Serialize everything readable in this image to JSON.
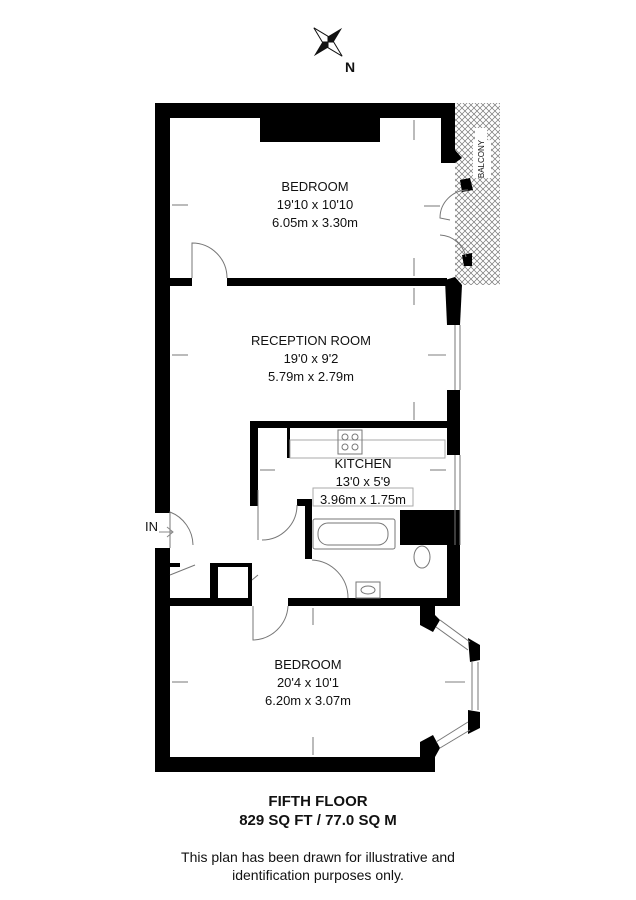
{
  "compass": {
    "north_label": "N"
  },
  "entrance_label": "IN",
  "balcony_label": "BALCONY",
  "rooms": [
    {
      "name": "BEDROOM",
      "imperial": "19'10 x 10'10",
      "metric": "6.05m x 3.30m"
    },
    {
      "name": "RECEPTION ROOM",
      "imperial": "19'0 x 9'2",
      "metric": "5.79m x 2.79m"
    },
    {
      "name": "KITCHEN",
      "imperial": "13'0 x 5'9",
      "metric": "3.96m x 1.75m"
    },
    {
      "name": "BEDROOM",
      "imperial": "20'4 x 10'1",
      "metric": "6.20m x 3.07m"
    }
  ],
  "floor": {
    "name": "FIFTH FLOOR",
    "area": "829 SQ FT / 77.0 SQ M"
  },
  "disclaimer": {
    "line1": "This plan has been drawn for illustrative and",
    "line2": "identification purposes only."
  }
}
